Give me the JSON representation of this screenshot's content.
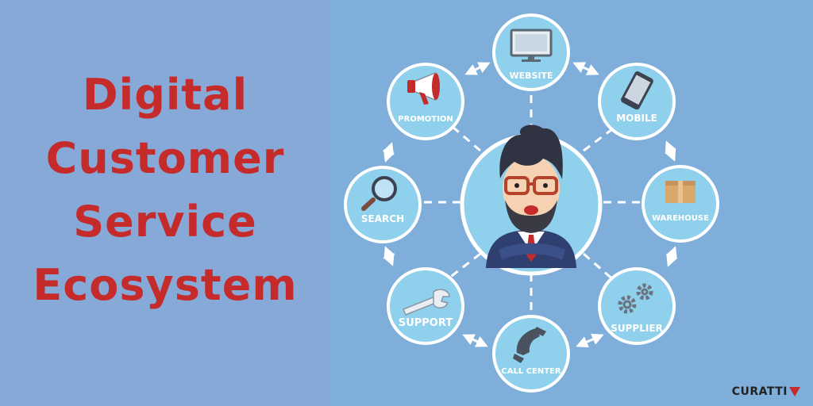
{
  "headline": {
    "lines": [
      "Digital",
      "Customer",
      "Service",
      "Ecosystem"
    ]
  },
  "nodes": {
    "website": "WEBSITE",
    "mobile": "MOBILE",
    "warehouse": "WAREHOUSE",
    "supplier": "SUPPLIER",
    "call_center": "CALL CENTER",
    "support": "SUPPORT",
    "search": "SEARCH",
    "promotion": "PROMOTION"
  },
  "brand": {
    "name": "CURATTI"
  },
  "colors": {
    "headline": "#c62b2b",
    "left_background": "#86a9d8",
    "right_background": "#7faeda",
    "node_fill": "#8fd0ec",
    "node_stroke": "#ffffff",
    "connector": "#ffffff"
  },
  "icons": [
    "monitor-icon",
    "smartphone-icon",
    "box-icon",
    "gears-icon",
    "phone-icon",
    "wrench-icon",
    "magnifier-icon",
    "megaphone-icon",
    "businessman-avatar"
  ]
}
